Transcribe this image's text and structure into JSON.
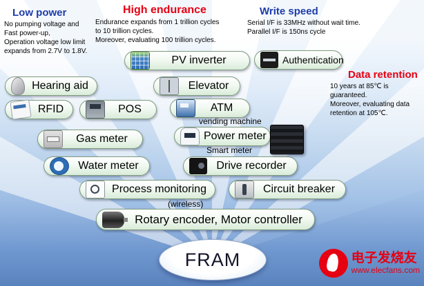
{
  "colors": {
    "heading_blue": "#1e3ca8",
    "heading_red": "#e60012",
    "background_bottom": "#5a82bd",
    "pill_border_green": "#7d9b7d"
  },
  "notes": {
    "low_power": {
      "title": "Low power",
      "body": "No pumping voltage and\nFast power-up,\nOperation voltage low limit\nexpands from 2.7V to 1.8V."
    },
    "high_endurance": {
      "title": "High endurance",
      "body": "Endurance expands from 1 trillion cycles\nto 10 trillion cycles.\nMoreover, evaluating 100 trillion cycles."
    },
    "write_speed": {
      "title": "Write speed",
      "body": "Serial I/F is 33MHz without wait time.\nParallel I/F is 150ns cycle"
    },
    "data_retention": {
      "title": "Data retention",
      "body": "10 years at 85℃ is\nguaranteed.\nMoreover, evaluating data\nretention at 105℃."
    }
  },
  "pills": [
    {
      "label": "PV inverter",
      "icon": "solar-panel-icon"
    },
    {
      "label": "Authentication",
      "icon": "authentication-device-icon"
    },
    {
      "label": "Hearing aid",
      "icon": "hearing-aid-icon"
    },
    {
      "label": "Elevator",
      "icon": "elevator-icon"
    },
    {
      "label": "RFID",
      "icon": "rfid-card-icon"
    },
    {
      "label": "POS",
      "icon": "pos-terminal-icon"
    },
    {
      "label": "ATM",
      "icon": "atm-icon",
      "sublabel": "vending machine"
    },
    {
      "label": "Gas meter",
      "icon": "gas-meter-icon"
    },
    {
      "label": "Power meter",
      "icon": "power-meter-icon",
      "sublabel": "Smart meter"
    },
    {
      "label": "Water meter",
      "icon": "water-meter-icon"
    },
    {
      "label": "Drive recorder",
      "icon": "drive-recorder-icon"
    },
    {
      "label": "Process monitoring",
      "icon": "process-meter-icon",
      "sublabel": "(wireless)"
    },
    {
      "label": "Circuit breaker",
      "icon": "circuit-breaker-icon"
    },
    {
      "label": "Rotary encoder, Motor controller",
      "icon": "motor-icon"
    }
  ],
  "standalone_icons": [
    {
      "name": "server-rack-icon"
    }
  ],
  "fram_label": "FRAM",
  "watermark": {
    "brand": "电子发烧友",
    "url": "www.elecfans.com"
  }
}
